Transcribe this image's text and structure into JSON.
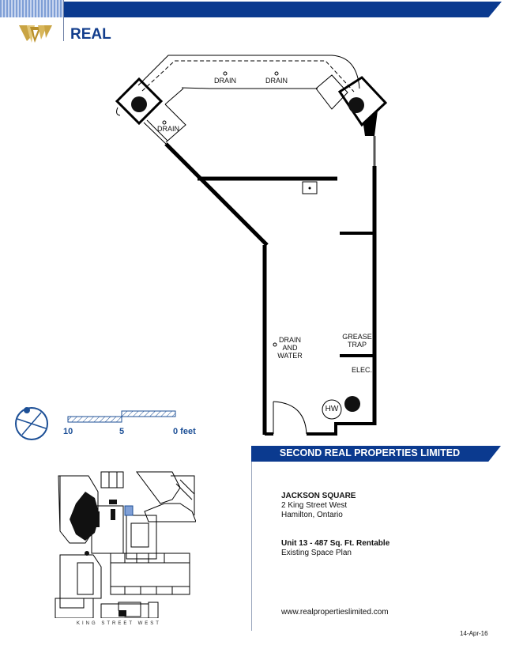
{
  "header": {
    "logo_text": "REAL",
    "brand_color": "#0b3a8f"
  },
  "floor_plan": {
    "labels": {
      "drain_1": "DRAIN",
      "drain_2": "DRAIN",
      "drain_3": "DRAIN",
      "drain_water_1": "DRAIN",
      "drain_water_2": "AND",
      "drain_water_3": "WATER",
      "grease_1": "GREASE",
      "grease_2": "TRAP",
      "elec": "ELEC.",
      "hot_water": "HW"
    }
  },
  "scale_bar": {
    "ticks": [
      "10",
      "5",
      "0 feet"
    ]
  },
  "company": {
    "name": "SECOND REAL PROPERTIES LIMITED"
  },
  "property": {
    "name": "JACKSON SQUARE",
    "address_line1": "2 King Street West",
    "address_line2": "Hamilton, Ontario",
    "unit": "Unit 13 - 487 Sq. Ft. Rentable",
    "plan_type": "Existing Space Plan",
    "website": "www.realpropertieslimited.com"
  },
  "key_map": {
    "street_label": "KING STREET WEST"
  },
  "date": "14-Apr-16"
}
